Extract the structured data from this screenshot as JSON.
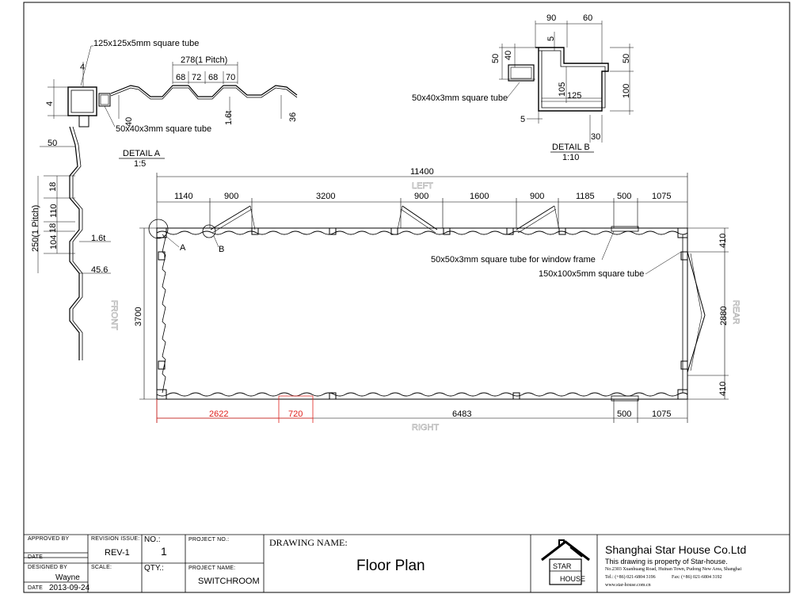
{
  "detail_a": {
    "title": "DETAIL A",
    "scale": "1:5",
    "labels": {
      "tube_main": "125x125x5mm square tube",
      "tube_small": "50x40x3mm square tube"
    },
    "dims": {
      "pitch": "278(1 Pitch)",
      "d68a": "68",
      "d72": "72",
      "d68b": "68",
      "d70": "70",
      "d4top": "4",
      "d4left": "4",
      "d40": "40",
      "d16t": "1.6t",
      "d36": "36",
      "d50": "50",
      "d18a": "18",
      "d110": "110",
      "d18b": "18",
      "d104": "104",
      "pitch_v": "250(1 Pitch)",
      "d16t_b": "1.6t",
      "d456": "45.6"
    }
  },
  "detail_b": {
    "title": "DETAIL B",
    "scale": "1:10",
    "labels": {
      "tube": "50x40x3mm square tube"
    },
    "dims": {
      "d90": "90",
      "d60": "60",
      "d5top": "5",
      "d50l": "50",
      "d40l": "40",
      "d50r": "50",
      "d100": "100",
      "d105": "105",
      "d125": "125",
      "d5bot": "5",
      "d30": "30"
    }
  },
  "plan": {
    "sides": {
      "left": "LEFT",
      "right": "RIGHT",
      "front": "FRONT",
      "rear": "REAR"
    },
    "overall_length": "11400",
    "top_dims": [
      "1140",
      "900",
      "3200",
      "900",
      "1600",
      "900",
      "1185",
      "500",
      "1075"
    ],
    "bottom_dims_red": [
      "2622",
      "720"
    ],
    "bottom_dims": [
      "6483",
      "500",
      "1075"
    ],
    "width_front": "3700",
    "rear_dims": [
      "410",
      "2880",
      "410"
    ],
    "markers": {
      "a": "A",
      "b": "B"
    },
    "callouts": {
      "window_frame": "50x50x3mm square tube for window frame",
      "main_tube": "150x100x5mm square tube"
    }
  },
  "title_block": {
    "approved_by_label": "APPROVED BY",
    "date_label_1": "DATE",
    "designed_by_label": "DESIGNED BY",
    "designed_by": "Wayne",
    "date_label_2": "DATE",
    "date": "2013-09-24",
    "revision_label": "REVISION ISSUE:",
    "revision": "REV-1",
    "scale_label": "SCALE:",
    "no_label": "NO.:",
    "no": "1",
    "qty_label": "QTY.:",
    "project_no_label": "PROJECT NO.:",
    "project_name_label": "PROJECT NAME:",
    "project_name": "SWITCHROOM",
    "drawing_name_label": "DRAWING NAME:",
    "drawing_name": "Floor Plan",
    "logo_top": "STAR",
    "logo_bottom": "HOUSE",
    "company": "Shanghai Star House Co.Ltd",
    "property": "This drawing is property of Star-house.",
    "address": "No.2303 Xuanhuang Road, Huinan Town, Pudong New Area, Shanghai",
    "tel": "Tel.: (+86) 021-6804 3196",
    "fax": "Fax: (+86) 021-6804 3192",
    "web": "www.star-house.com.cn"
  }
}
